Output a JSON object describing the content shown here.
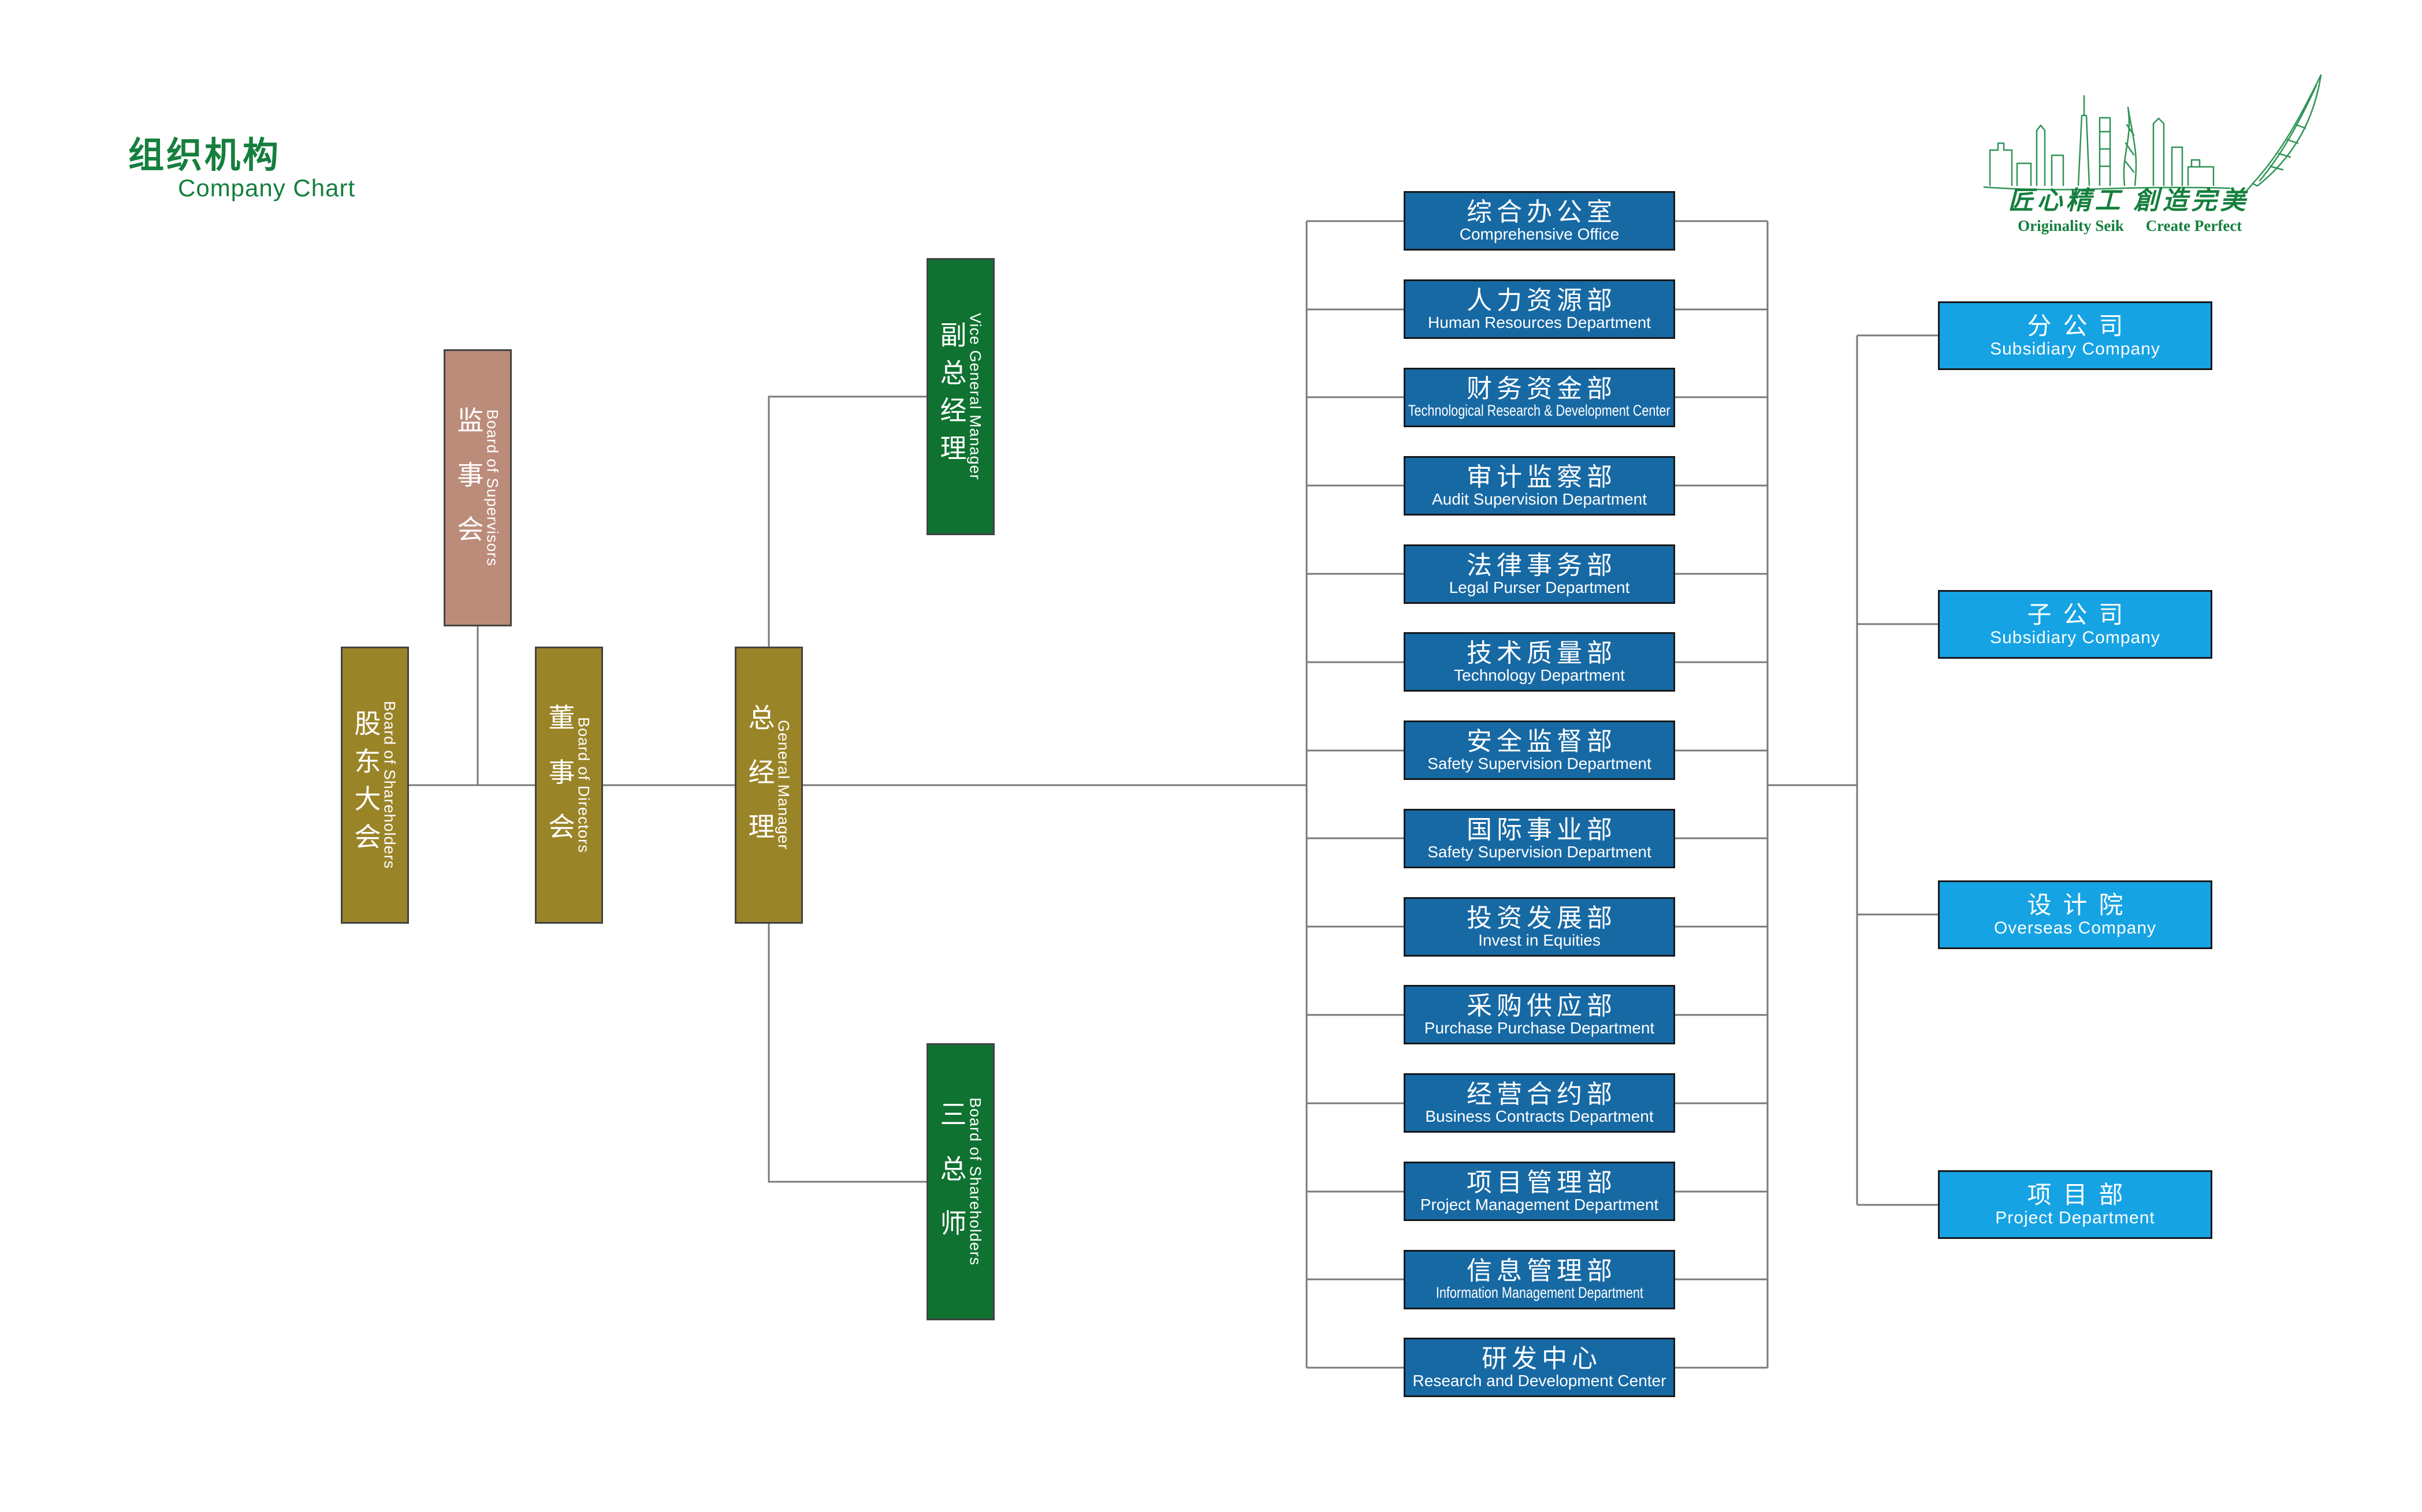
{
  "title": {
    "zh": "组织机构",
    "en": "Company Chart"
  },
  "logo": {
    "slogan_zh": "匠心精工 創造完美",
    "slogan_en_left": "Originality Seik",
    "slogan_en_right": "Create Perfect"
  },
  "colors": {
    "title_green": "#157f3d",
    "logo_green": "#2e9455",
    "dept_blue": "#1769a4",
    "branch_blue": "#16a3e3",
    "olive": "#9a8428",
    "mauve": "#bc8c7b",
    "dark_green": "#0f7230",
    "connector_gray": "#7a7a7a"
  },
  "executives": [
    {
      "zh": "监事会",
      "en": "Board of Supervisors"
    },
    {
      "zh": "股东大会",
      "en": "Board of Shareholders"
    },
    {
      "zh": "董事会",
      "en": "Board of Directors"
    },
    {
      "zh": "总经理",
      "en": "General Manager"
    },
    {
      "zh": "副总经理",
      "en": "Vice General Manager"
    },
    {
      "zh": "三总师",
      "en": "Board of Shareholders"
    }
  ],
  "departments": [
    {
      "zh": "综合办公室",
      "en": "Comprehensive Office"
    },
    {
      "zh": "人力资源部",
      "en": "Human Resources Department"
    },
    {
      "zh": "财务资金部",
      "en": "Technological Research & Development Center"
    },
    {
      "zh": "审计监察部",
      "en": "Audit Supervision Department"
    },
    {
      "zh": "法律事务部",
      "en": "Legal Purser Department"
    },
    {
      "zh": "技术质量部",
      "en": "Technology Department"
    },
    {
      "zh": "安全监督部",
      "en": "Safety Supervision Department"
    },
    {
      "zh": "国际事业部",
      "en": "Safety Supervision Department"
    },
    {
      "zh": "投资发展部",
      "en": "Invest in Equities"
    },
    {
      "zh": "采购供应部",
      "en": "Purchase Purchase Department"
    },
    {
      "zh": "经营合约部",
      "en": "Business Contracts Department"
    },
    {
      "zh": "项目管理部",
      "en": "Project Management Department"
    },
    {
      "zh": "信息管理部",
      "en": "Information Management Department"
    },
    {
      "zh": "研发中心",
      "en": "Research and Development Center"
    }
  ],
  "branches": [
    {
      "zh": "分公司",
      "en": "Subsidiary Company"
    },
    {
      "zh": "子公司",
      "en": "Subsidiary Company"
    },
    {
      "zh": "设计院",
      "en": "Overseas Company"
    },
    {
      "zh": "项目部",
      "en": "Project Department"
    }
  ]
}
